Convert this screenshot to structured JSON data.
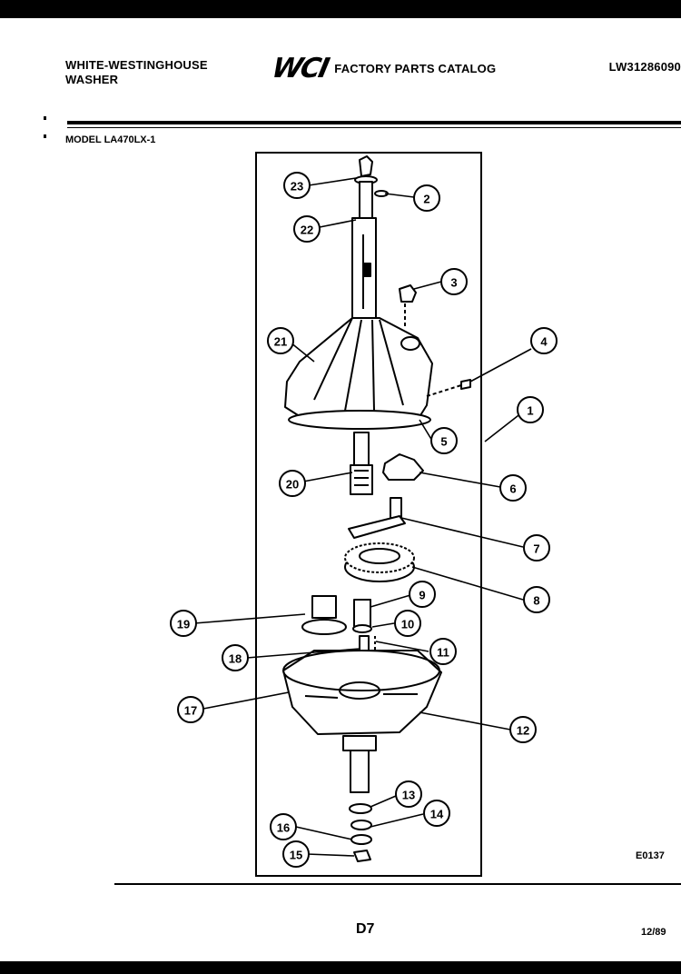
{
  "header": {
    "brand_line1": "WHITE-WESTINGHOUSE",
    "brand_line2": "WASHER",
    "logo_text": "WCI",
    "catalog_title": "FACTORY PARTS CATALOG",
    "doc_id": "LW31286090"
  },
  "model_label": "MODEL LA470LX-1",
  "diagram": {
    "reference_code": "E0137",
    "callouts": [
      "1",
      "2",
      "3",
      "4",
      "5",
      "6",
      "7",
      "8",
      "9",
      "10",
      "11",
      "12",
      "13",
      "14",
      "15",
      "16",
      "17",
      "18",
      "19",
      "20",
      "21",
      "22",
      "23"
    ]
  },
  "footer": {
    "page_number": "D7",
    "date": "12/89"
  }
}
